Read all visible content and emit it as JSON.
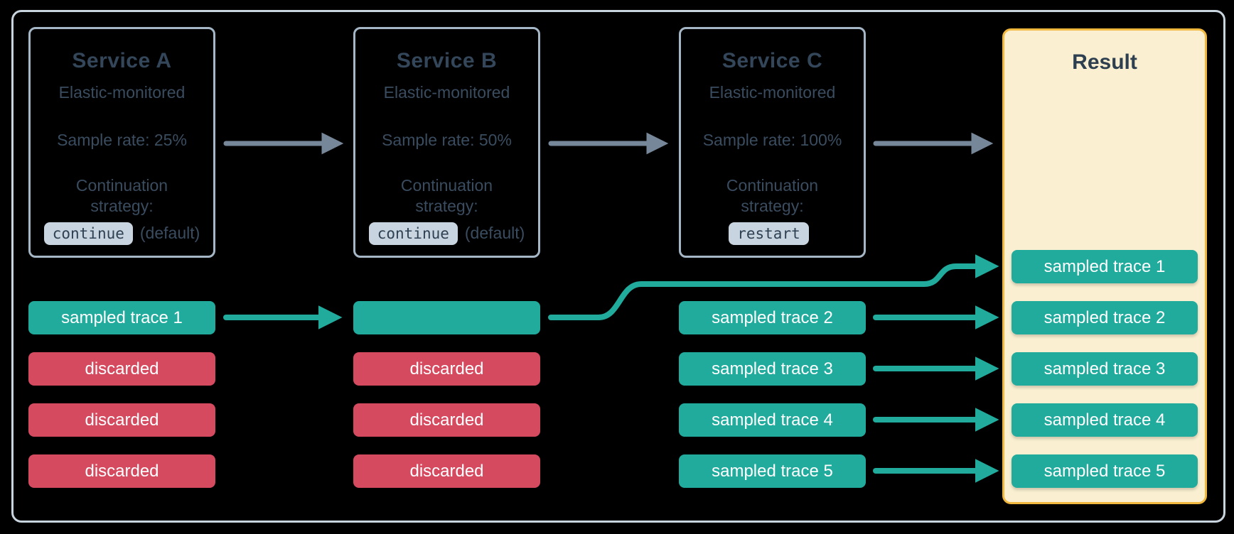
{
  "colors": {
    "background": "#000000",
    "frame_border": "#c8d4de",
    "service_border": "#a5b7c6",
    "service_title": "#33465a",
    "service_text": "#3a4c5f",
    "badge_bg": "#c8d4df",
    "badge_text": "#2e4052",
    "teal": "#20ab9c",
    "red": "#d54a5f",
    "pill_text": "#ffffff",
    "result_bg": "#faf0d1",
    "result_border": "#f1b83f",
    "result_title": "#2e3f50",
    "gray_arrow": "#76879a"
  },
  "services": [
    {
      "title": "Service A",
      "monitoring": "Elastic-monitored",
      "sample_rate": "Sample rate: 25%",
      "strategy_label": "Continuation strategy:",
      "strategy_value": "continue",
      "strategy_note": "(default)"
    },
    {
      "title": "Service B",
      "monitoring": "Elastic-monitored",
      "sample_rate": "Sample rate: 50%",
      "strategy_label": "Continuation strategy:",
      "strategy_value": "continue",
      "strategy_note": "(default)"
    },
    {
      "title": "Service C",
      "monitoring": "Elastic-monitored",
      "sample_rate": "Sample rate: 100%",
      "strategy_label": "Continuation strategy:",
      "strategy_value": "restart",
      "strategy_note": ""
    }
  ],
  "trace_columns": {
    "service_a": [
      {
        "label": "sampled trace 1",
        "status": "sampled"
      },
      {
        "label": "discarded",
        "status": "discarded"
      },
      {
        "label": "discarded",
        "status": "discarded"
      },
      {
        "label": "discarded",
        "status": "discarded"
      }
    ],
    "service_b": [
      {
        "label": "",
        "status": "sampled"
      },
      {
        "label": "discarded",
        "status": "discarded"
      },
      {
        "label": "discarded",
        "status": "discarded"
      },
      {
        "label": "discarded",
        "status": "discarded"
      }
    ],
    "service_c": [
      {
        "label": "sampled trace 2",
        "status": "sampled"
      },
      {
        "label": "sampled trace 3",
        "status": "sampled"
      },
      {
        "label": "sampled trace 4",
        "status": "sampled"
      },
      {
        "label": "sampled trace 5",
        "status": "sampled"
      }
    ]
  },
  "result": {
    "title": "Result",
    "pills": [
      "sampled trace 1",
      "sampled trace 2",
      "sampled trace 3",
      "sampled trace 4",
      "sampled trace 5"
    ]
  }
}
